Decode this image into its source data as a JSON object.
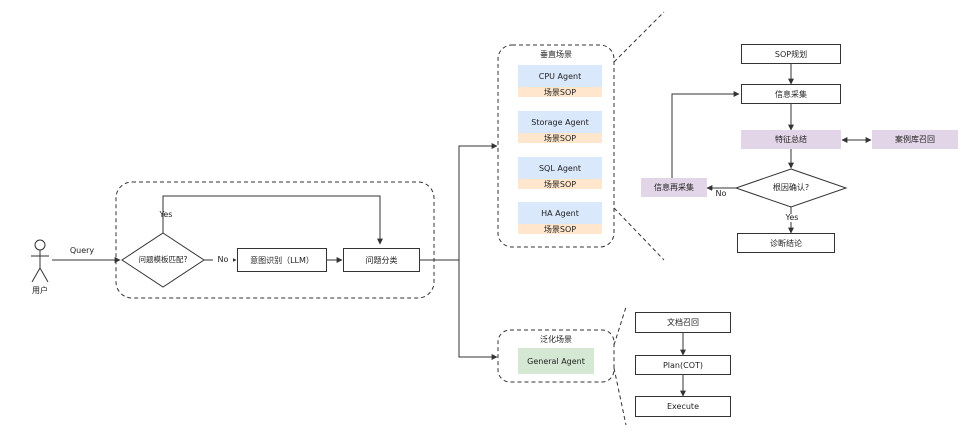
{
  "colors": {
    "agent_blue": "#dae8fc",
    "agent_orange": "#ffe6cc",
    "purple": "#e1d5e7",
    "green": "#d5e8d4",
    "stroke": "#333333"
  },
  "actor": {
    "icon": "stick-figure-user-icon",
    "label": "用户"
  },
  "query_label": "Query",
  "decision1": {
    "label": "问题模板匹配?",
    "yes": "Yes",
    "no": "No"
  },
  "intent_box": "意图识别（LLM）",
  "classify_box": "问题分类",
  "vertical_group": {
    "title": "垂直场景",
    "agents": [
      {
        "name": "CPU Agent",
        "sop": "场景SOP"
      },
      {
        "name": "Storage Agent",
        "sop": "场景SOP"
      },
      {
        "name": "SQL Agent",
        "sop": "场景SOP"
      },
      {
        "name": "HA Agent",
        "sop": "场景SOP"
      }
    ]
  },
  "general_group": {
    "title": "泛化场景",
    "agent": "General Agent"
  },
  "sop_flow": {
    "plan": "SOP规划",
    "collect": "信息采集",
    "summary": "特征总结",
    "case_recall": "案例库召回",
    "decision": "根因确认?",
    "recollect": "信息再采集",
    "no": "No",
    "yes": "Yes",
    "conclusion": "诊断结论"
  },
  "general_flow": {
    "doc_recall": "文档召回",
    "plan": "Plan(COT)",
    "execute": "Execute"
  }
}
